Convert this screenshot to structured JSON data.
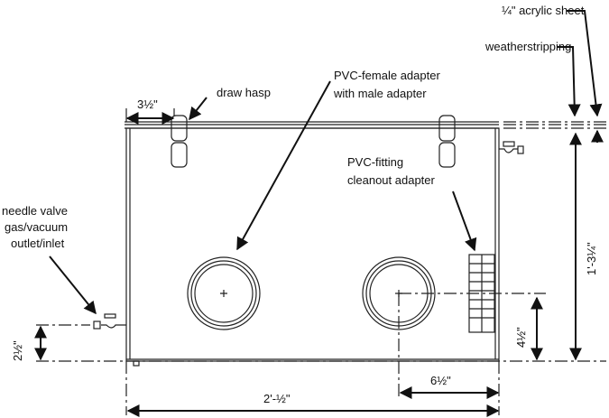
{
  "labels": {
    "acrylic_sheet": "¼\" acrylic sheet",
    "weatherstripping": "weatherstripping",
    "pvc_female_1": "PVC-female adapter",
    "pvc_female_2": "with male adapter",
    "draw_hasp": "draw hasp",
    "pvc_fitting_1": "PVC-fitting",
    "pvc_fitting_2": "cleanout adapter",
    "needle_1": "needle valve",
    "needle_2": "gas/vacuum",
    "needle_3": "outlet/inlet"
  },
  "dimensions": {
    "hasp_offset": "3½\"",
    "height": "1'-3¼\"",
    "port_height": "4½\"",
    "valve_height": "2½\"",
    "width": "2'-½\"",
    "port_offset": "6½\""
  }
}
